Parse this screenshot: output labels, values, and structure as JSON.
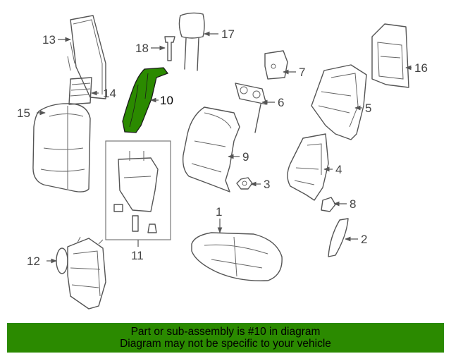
{
  "callouts": {
    "c1": "1",
    "c2": "2",
    "c3": "3",
    "c4": "4",
    "c5": "5",
    "c6": "6",
    "c7": "7",
    "c8": "8",
    "c9": "9",
    "c10": "10",
    "c11": "11",
    "c12": "12",
    "c13": "13",
    "c14": "14",
    "c15": "15",
    "c16": "16",
    "c17": "17",
    "c18": "18"
  },
  "highlight_color": "#2b8a00",
  "banner": {
    "line1": "Part or sub-assembly is #10 in diagram",
    "line2": "Diagram may not be specific to your vehicle"
  }
}
